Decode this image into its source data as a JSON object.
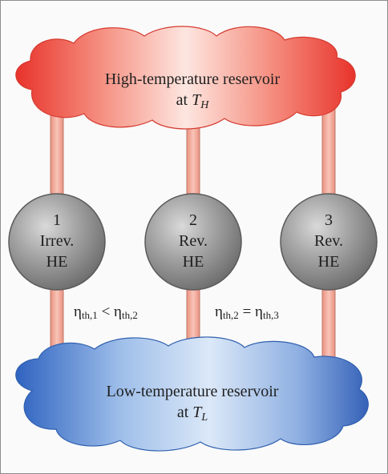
{
  "high_reservoir": {
    "line1": "High-temperature reservoir",
    "line2_prefix": "at ",
    "symbol": "T",
    "subscript": "H",
    "color": "#e23b2e"
  },
  "low_reservoir": {
    "line1": "Low-temperature reservoir",
    "line2_prefix": "at ",
    "symbol": "T",
    "subscript": "L",
    "color": "#3f6fc4"
  },
  "engines": [
    {
      "number": "1",
      "type": "Irrev.",
      "label": "HE"
    },
    {
      "number": "2",
      "type": "Rev.",
      "label": "HE"
    },
    {
      "number": "3",
      "type": "Rev.",
      "label": "HE"
    }
  ],
  "efficiency_relations": {
    "left": {
      "symbol_a": "η",
      "sub_a": "th,1",
      "operator": "<",
      "symbol_b": "η",
      "sub_b": "th,2"
    },
    "right": {
      "symbol_a": "η",
      "sub_a": "th,2",
      "operator": "=",
      "symbol_b": "η",
      "sub_b": "th,3"
    }
  },
  "colors": {
    "connector": "#f4a99a",
    "connector_edge": "#b8695c",
    "engine_fill": "#8f8f8f",
    "engine_edge": "#555555"
  }
}
